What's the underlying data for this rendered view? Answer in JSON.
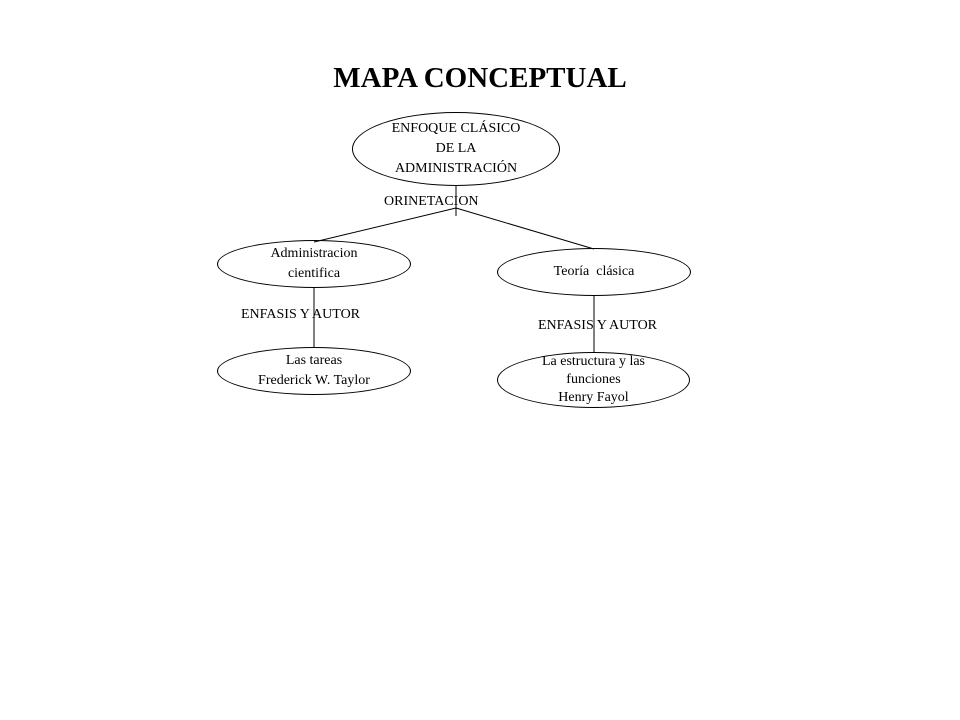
{
  "diagram": {
    "title": "MAPA CONCEPTUAL",
    "root": {
      "lines": [
        "ENFOQUE CLÁSICO",
        "DE LA",
        "ADMINISTRACIÓN"
      ]
    },
    "root_link_label": "ORINETACION",
    "branches": [
      {
        "lines": [
          "Administracion",
          "cientifica"
        ],
        "link_label": "ENFASIS Y AUTOR",
        "child": {
          "lines": [
            "Las tareas",
            "Frederick W. Taylor"
          ]
        }
      },
      {
        "lines": [
          "Teoría  clásica"
        ],
        "link_label": "ENFASIS Y AUTOR",
        "child": {
          "lines": [
            "La estructura y las",
            "funciones",
            "Henry Fayol"
          ]
        }
      }
    ]
  }
}
